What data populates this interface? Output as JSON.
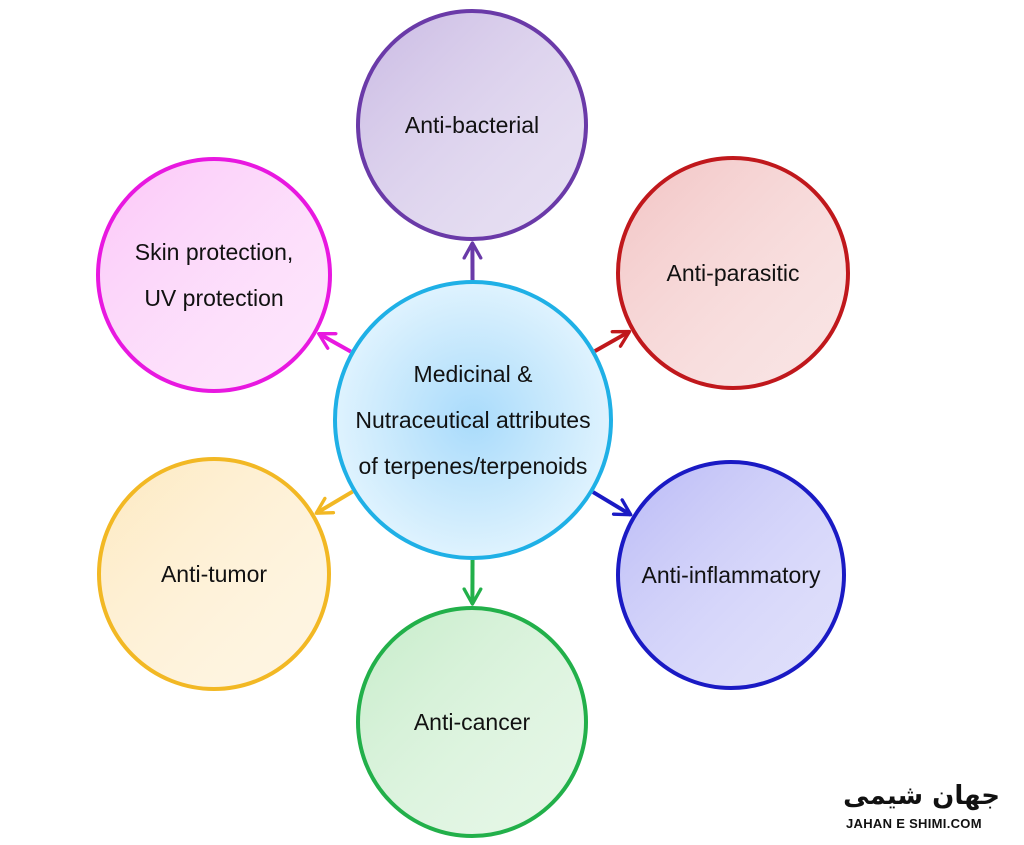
{
  "center": {
    "lines": [
      "Medicinal &",
      "Nutraceutical attributes",
      "of terpenes/terpenoids"
    ],
    "stroke": "#1fb0e6",
    "fill": "#c9ebfd"
  },
  "nodes": [
    {
      "id": "anti-bacterial",
      "lines": [
        "Anti-bacterial"
      ],
      "stroke": "#6a3aa8",
      "fill": "#c9b9e3"
    },
    {
      "id": "anti-parasitic",
      "lines": [
        "Anti-parasitic"
      ],
      "stroke": "#c0181c",
      "fill": "#f2c3c3"
    },
    {
      "id": "anti-inflammatory",
      "lines": [
        "Anti-inflammatory"
      ],
      "stroke": "#1a1ac4",
      "fill": "#b9b9f6"
    },
    {
      "id": "anti-cancer",
      "lines": [
        "Anti-cancer"
      ],
      "stroke": "#22b04a",
      "fill": "#c6ecc9"
    },
    {
      "id": "anti-tumor",
      "lines": [
        "Anti-tumor"
      ],
      "stroke": "#f2b824",
      "fill": "#fde9c0"
    },
    {
      "id": "skin-protection",
      "lines": [
        "Skin protection,",
        "UV protection"
      ],
      "stroke": "#e818e0",
      "fill": "#fbc6f8"
    }
  ],
  "logo": {
    "persian": "جهان شیمی",
    "latin": "JAHAN E SHIMI.COM"
  }
}
